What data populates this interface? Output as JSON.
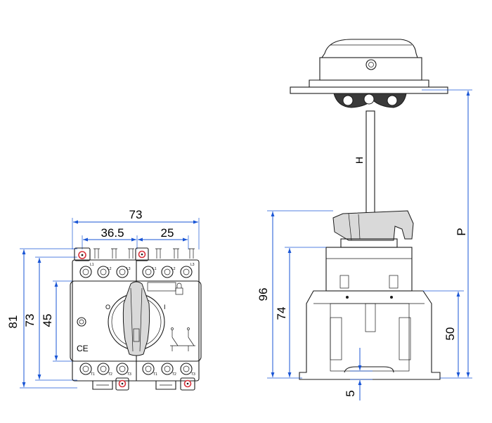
{
  "colors": {
    "dimension_lines": "#1a56d6",
    "outline": "#1a1a1a",
    "mounting_holes": "#d8323c",
    "handle": "#d9d9d9"
  },
  "front_view": {
    "dimensions": {
      "width_total": "73",
      "width_left": "36.5",
      "width_right": "25",
      "height_total": "81",
      "height_body": "73",
      "height_mount": "45"
    },
    "terminal_labels_top": [
      "L1",
      "L2",
      "L3",
      "L1",
      "L2",
      "L3"
    ],
    "terminal_labels_bottom": [
      "T1",
      "T2",
      "T3",
      "T1",
      "T2",
      "T3"
    ],
    "ce_mark": "CE",
    "handle_positions": [
      "O",
      "I"
    ]
  },
  "side_view": {
    "dimensions": {
      "shaft_length": "H",
      "panel_depth": "P",
      "height_96": "96",
      "height_74": "74",
      "height_50": "50",
      "offset_5": "5"
    }
  }
}
